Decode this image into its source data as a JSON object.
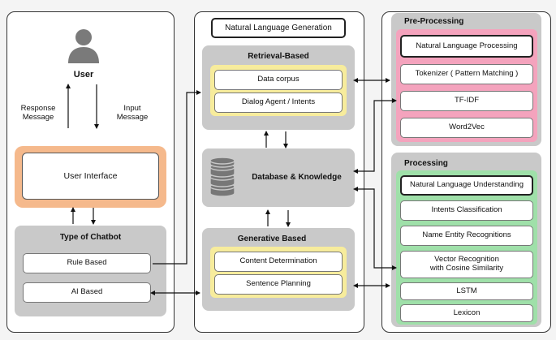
{
  "user": {
    "label": "User",
    "response_message": "Response\nMessage",
    "input_message": "Input\nMessage",
    "user_interface": "User Interface"
  },
  "chatbot_type": {
    "title": "Type of Chatbot",
    "rule_based": "Rule Based",
    "ai_based": "AI Based"
  },
  "nlg": {
    "title": "Natural Language Generation",
    "retrieval": {
      "title": "Retrieval-Based",
      "items": [
        "Data corpus",
        "Dialog Agent / Intents"
      ]
    },
    "database": "Database & Knowledge",
    "generative": {
      "title": "Generative Based",
      "items": [
        "Content Determination",
        "Sentence Planning"
      ]
    }
  },
  "preprocessing": {
    "title": "Pre-Processing",
    "items": [
      "Natural Language Processing",
      "Tokenizer ( Pattern Matching )",
      "TF-IDF",
      "Word2Vec"
    ]
  },
  "processing": {
    "title": "Processing",
    "items": [
      "Natural Language Understanding",
      "Intents Classification",
      "Name Entity Recognitions",
      "Vector Recognition\nwith Cosine Similarity",
      "LSTM",
      "Lexicon"
    ]
  },
  "colors": {
    "orange_frame": "#f5b98c",
    "pink_frame": "#f4a3bd",
    "green_frame": "#9fe0a9",
    "yellow_frame": "#f7ec9c",
    "grey_panel": "#c9c9c9"
  }
}
